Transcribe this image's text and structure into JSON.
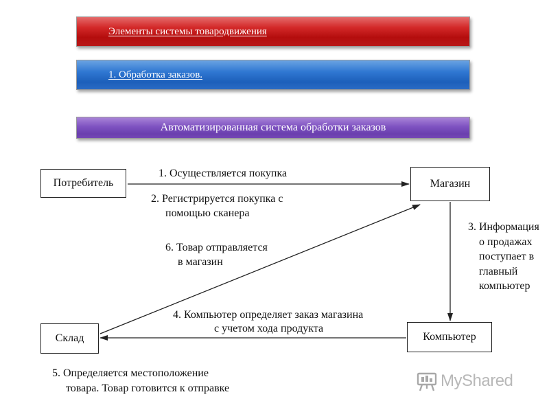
{
  "banners": {
    "title": "Элементы системы товародвижения",
    "section": "1. Обработка заказов.",
    "subtitle": "Автоматизированная система обработки заказов"
  },
  "nodes": {
    "consumer": "Потребитель",
    "store": "Магазин",
    "warehouse": "Склад",
    "computer": "Компьютер"
  },
  "steps": {
    "step1": "1. Осуществляется покупка",
    "step2": [
      "2. Регистрируется покупка с",
      "помощью сканера"
    ],
    "step3": [
      "3. Информация",
      "о продажах",
      "поступает в",
      "главный",
      "компьютер"
    ],
    "step4": [
      "4. Компьютер определяет заказ магазина",
      "с учетом хода продукта"
    ],
    "step5": [
      "5. Определяется местоположение",
      "товара. Товар готовится к отправке"
    ],
    "step6": [
      "6. Товар отправляется",
      "в магазин"
    ]
  },
  "watermark": {
    "text": "MyShared",
    "icon": "presentation-board-icon"
  }
}
